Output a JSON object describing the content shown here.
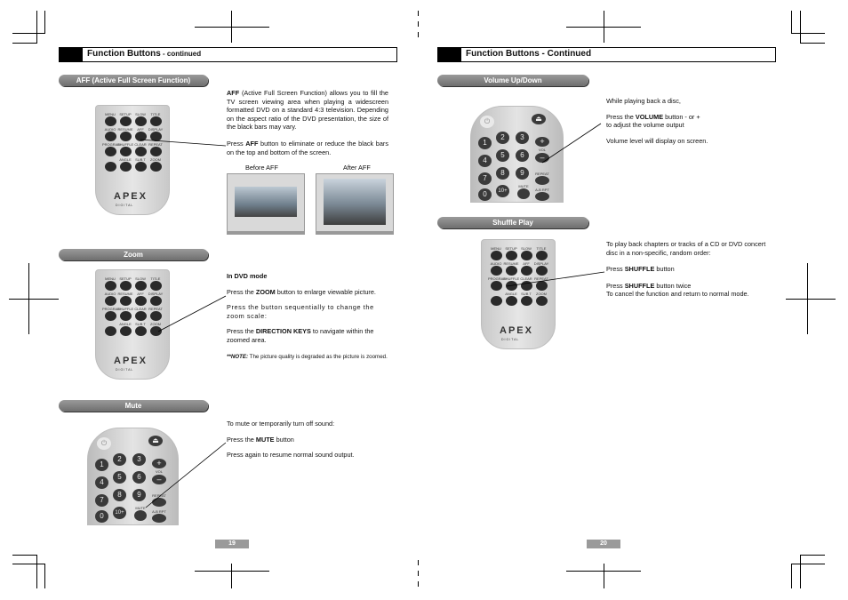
{
  "left_page": {
    "header": {
      "title": "Function Buttons",
      "subtitle": " - continued"
    },
    "aff": {
      "pill": "AFF (Active Full Screen Function)",
      "p1_bold": "AFF",
      "p1_rest": " (Active Full Screen Function) allows you to fill the TV screen viewing area when playing a widescreen formatted DVD on a standard 4:3 television. Depending on the aspect ratio of the DVD presentation, the size of the black bars may vary.",
      "p2_a": "Press ",
      "p2_b": "AFF",
      "p2_c": " button to eliminate or reduce the black bars on the top and bottom of the screen.",
      "before": "Before AFF",
      "after": "After AFF"
    },
    "zoom": {
      "pill": "Zoom",
      "mode": "In DVD mode",
      "p1_a": "Press the ",
      "p1_b": "ZOOM",
      "p1_c": " button to enlarge viewable picture.",
      "p2": "Press the button sequentially to change the zoom scale:",
      "p3_a": "Press the ",
      "p3_b": "DIRECTION KEYS",
      "p3_c": " to navigate within the zoomed area.",
      "note_b": "**NOTE:",
      "note_rest": " The picture quality is degraded as the picture is zoomed."
    },
    "mute": {
      "pill": "Mute",
      "p1": "To mute or temporarily turn off sound:",
      "p2_a": "Press the ",
      "p2_b": "MUTE",
      "p2_c": " button",
      "p3": "Press again to resume normal sound output."
    },
    "page_number": "19"
  },
  "right_page": {
    "header": {
      "title": "Function Buttons - Continued"
    },
    "volume": {
      "pill": "Volume Up/Down",
      "p1": "While playing back a disc,",
      "p2_a": "Press the ",
      "p2_b": "VOLUME",
      "p2_c": " button - or +",
      "p2_d": "to adjust the volume output",
      "p3": "Volume level will display on screen."
    },
    "shuffle": {
      "pill": "Shuffle Play",
      "p1": "To  play back chapters or tracks of a CD or DVD concert disc in a non-specific, random order:",
      "p2_a": "Press ",
      "p2_b": "SHUFFLE",
      "p2_c": " button",
      "p3_a": "Press ",
      "p3_b": "SHUFFLE",
      "p3_c": " button twice",
      "p3_d": "To cancel the function and return to normal mode."
    },
    "page_number": "20"
  },
  "remote_labels": {
    "row1": [
      "MENU",
      "SETUP",
      "SLOW",
      "TITLE"
    ],
    "row2": [
      "AUDIO",
      "RESUME",
      "AFF",
      "DISPLAY"
    ],
    "row3": [
      "PROGRAM",
      "SHUFFLE",
      "CLEAR",
      "REPEAT"
    ],
    "row4": [
      "",
      "ANGLE",
      "SUB T",
      "ZOOM"
    ],
    "brand": "APEX",
    "brand_sub": "DIGITAL",
    "numbers": [
      "1",
      "2",
      "3",
      "4",
      "5",
      "6",
      "7",
      "8",
      "9",
      "0",
      "10+"
    ],
    "vol": "VOL",
    "repeat": "REPEAT",
    "mute": "MUTE",
    "abrpt": "A-B RPT"
  }
}
